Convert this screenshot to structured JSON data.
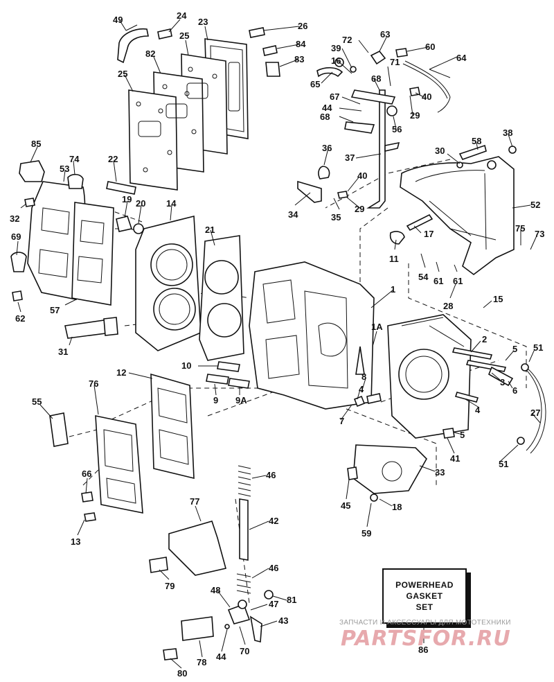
{
  "diagram": {
    "callouts": [
      {
        "id": "c49",
        "text": "49"
      },
      {
        "id": "c24",
        "text": "24"
      },
      {
        "id": "c25a",
        "text": "25"
      },
      {
        "id": "c23",
        "text": "23"
      },
      {
        "id": "c26",
        "text": "26"
      },
      {
        "id": "c84",
        "text": "84"
      },
      {
        "id": "c83",
        "text": "83"
      },
      {
        "id": "c82",
        "text": "82"
      },
      {
        "id": "c25b",
        "text": "25"
      },
      {
        "id": "c72",
        "text": "72"
      },
      {
        "id": "c63",
        "text": "63"
      },
      {
        "id": "c60",
        "text": "60"
      },
      {
        "id": "c39",
        "text": "39"
      },
      {
        "id": "c64",
        "text": "64"
      },
      {
        "id": "c16",
        "text": "16"
      },
      {
        "id": "c71",
        "text": "71"
      },
      {
        "id": "c65",
        "text": "65"
      },
      {
        "id": "c68a",
        "text": "68"
      },
      {
        "id": "c67",
        "text": "67"
      },
      {
        "id": "c40a",
        "text": "40"
      },
      {
        "id": "c44a",
        "text": "44"
      },
      {
        "id": "c29a",
        "text": "29"
      },
      {
        "id": "c68b",
        "text": "68"
      },
      {
        "id": "c56",
        "text": "56"
      },
      {
        "id": "c38",
        "text": "38"
      },
      {
        "id": "c58",
        "text": "58"
      },
      {
        "id": "c30",
        "text": "30"
      },
      {
        "id": "c36",
        "text": "36"
      },
      {
        "id": "c37",
        "text": "37"
      },
      {
        "id": "c85",
        "text": "85"
      },
      {
        "id": "c74",
        "text": "74"
      },
      {
        "id": "c22",
        "text": "22"
      },
      {
        "id": "c53",
        "text": "53"
      },
      {
        "id": "c40b",
        "text": "40"
      },
      {
        "id": "c52",
        "text": "52"
      },
      {
        "id": "c19",
        "text": "19"
      },
      {
        "id": "c20",
        "text": "20"
      },
      {
        "id": "c14",
        "text": "14"
      },
      {
        "id": "c32",
        "text": "32"
      },
      {
        "id": "c34",
        "text": "34"
      },
      {
        "id": "c35",
        "text": "35"
      },
      {
        "id": "c29b",
        "text": "29"
      },
      {
        "id": "c75",
        "text": "75"
      },
      {
        "id": "c73",
        "text": "73"
      },
      {
        "id": "c17",
        "text": "17"
      },
      {
        "id": "c21",
        "text": "21"
      },
      {
        "id": "c69",
        "text": "69"
      },
      {
        "id": "c11",
        "text": "11"
      },
      {
        "id": "c54",
        "text": "54"
      },
      {
        "id": "c61a",
        "text": "61"
      },
      {
        "id": "c61b",
        "text": "61"
      },
      {
        "id": "c1",
        "text": "1"
      },
      {
        "id": "c28",
        "text": "28"
      },
      {
        "id": "c15",
        "text": "15"
      },
      {
        "id": "c57",
        "text": "57"
      },
      {
        "id": "c62",
        "text": "62"
      },
      {
        "id": "c1A",
        "text": "1A"
      },
      {
        "id": "c31",
        "text": "31"
      },
      {
        "id": "c2",
        "text": "2"
      },
      {
        "id": "c51a",
        "text": "51"
      },
      {
        "id": "c5a",
        "text": "5"
      },
      {
        "id": "c10",
        "text": "10"
      },
      {
        "id": "c12",
        "text": "12"
      },
      {
        "id": "c3",
        "text": "3"
      },
      {
        "id": "c6",
        "text": "6"
      },
      {
        "id": "c8",
        "text": "8"
      },
      {
        "id": "c76",
        "text": "76"
      },
      {
        "id": "c4a",
        "text": "4"
      },
      {
        "id": "c9",
        "text": "9"
      },
      {
        "id": "c9A",
        "text": "9A"
      },
      {
        "id": "c55",
        "text": "55"
      },
      {
        "id": "c7",
        "text": "7"
      },
      {
        "id": "c4b",
        "text": "4"
      },
      {
        "id": "c27",
        "text": "27"
      },
      {
        "id": "c5b",
        "text": "5"
      },
      {
        "id": "c41",
        "text": "41"
      },
      {
        "id": "c51b",
        "text": "51"
      },
      {
        "id": "c46a",
        "text": "46"
      },
      {
        "id": "c66",
        "text": "66"
      },
      {
        "id": "c33",
        "text": "33"
      },
      {
        "id": "c45",
        "text": "45"
      },
      {
        "id": "c18",
        "text": "18"
      },
      {
        "id": "c77",
        "text": "77"
      },
      {
        "id": "c42",
        "text": "42"
      },
      {
        "id": "c13",
        "text": "13"
      },
      {
        "id": "c59",
        "text": "59"
      },
      {
        "id": "c79",
        "text": "79"
      },
      {
        "id": "c46b",
        "text": "46"
      },
      {
        "id": "c48",
        "text": "48"
      },
      {
        "id": "c81",
        "text": "81"
      },
      {
        "id": "c47",
        "text": "47"
      },
      {
        "id": "c43",
        "text": "43"
      },
      {
        "id": "c70",
        "text": "70"
      },
      {
        "id": "c44b",
        "text": "44"
      },
      {
        "id": "c78",
        "text": "78"
      },
      {
        "id": "c80",
        "text": "80"
      },
      {
        "id": "c86",
        "text": "86"
      }
    ],
    "kit_box": {
      "line1": "POWERHEAD",
      "line2": "GASKET",
      "line3": "SET"
    }
  },
  "watermark": {
    "caption": "ЗАПЧАСТИ И АКСЕССУАРЫ ДЛЯ МОТОТЕХНИКИ",
    "logo": "PARTSFOR.RU",
    "color": "#e7a9ad"
  }
}
